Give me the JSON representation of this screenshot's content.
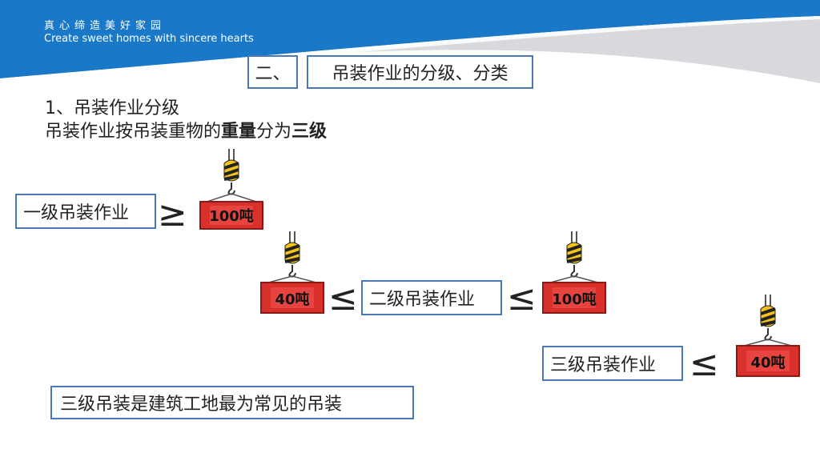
{
  "header": {
    "brand_cn": "真心缔造美好家园",
    "brand_en": "Create sweet homes with sincere hearts",
    "colors": {
      "primary_blue": "#1a78c8",
      "light_gray": "#d7d9dc"
    }
  },
  "title": {
    "number": "二、",
    "text": "吊装作业的分级、分类"
  },
  "section": {
    "heading": "1、吊装作业分级",
    "line_pre": "吊装作业按吊装重物的",
    "line_bold1": "重量",
    "line_mid": "分为",
    "line_bold2": "三级"
  },
  "levels": [
    {
      "label": "一级吊装作业",
      "symbol": "≥",
      "weight": "100吨"
    },
    {
      "label": "二级吊装作业",
      "left_weight": "40吨",
      "symbol_left": "≤",
      "symbol_right": "≤",
      "right_weight": "100吨"
    },
    {
      "label": "三级吊装作业",
      "symbol": "≤",
      "weight": "40吨"
    }
  ],
  "note": "三级吊装是建筑工地最为常见的吊装",
  "icons": {
    "crane": "crane-hook-container-icon"
  },
  "colors": {
    "box_border": "#4a78b8",
    "container_red": "#d9302c",
    "hook_yellow": "#f4c21a"
  }
}
